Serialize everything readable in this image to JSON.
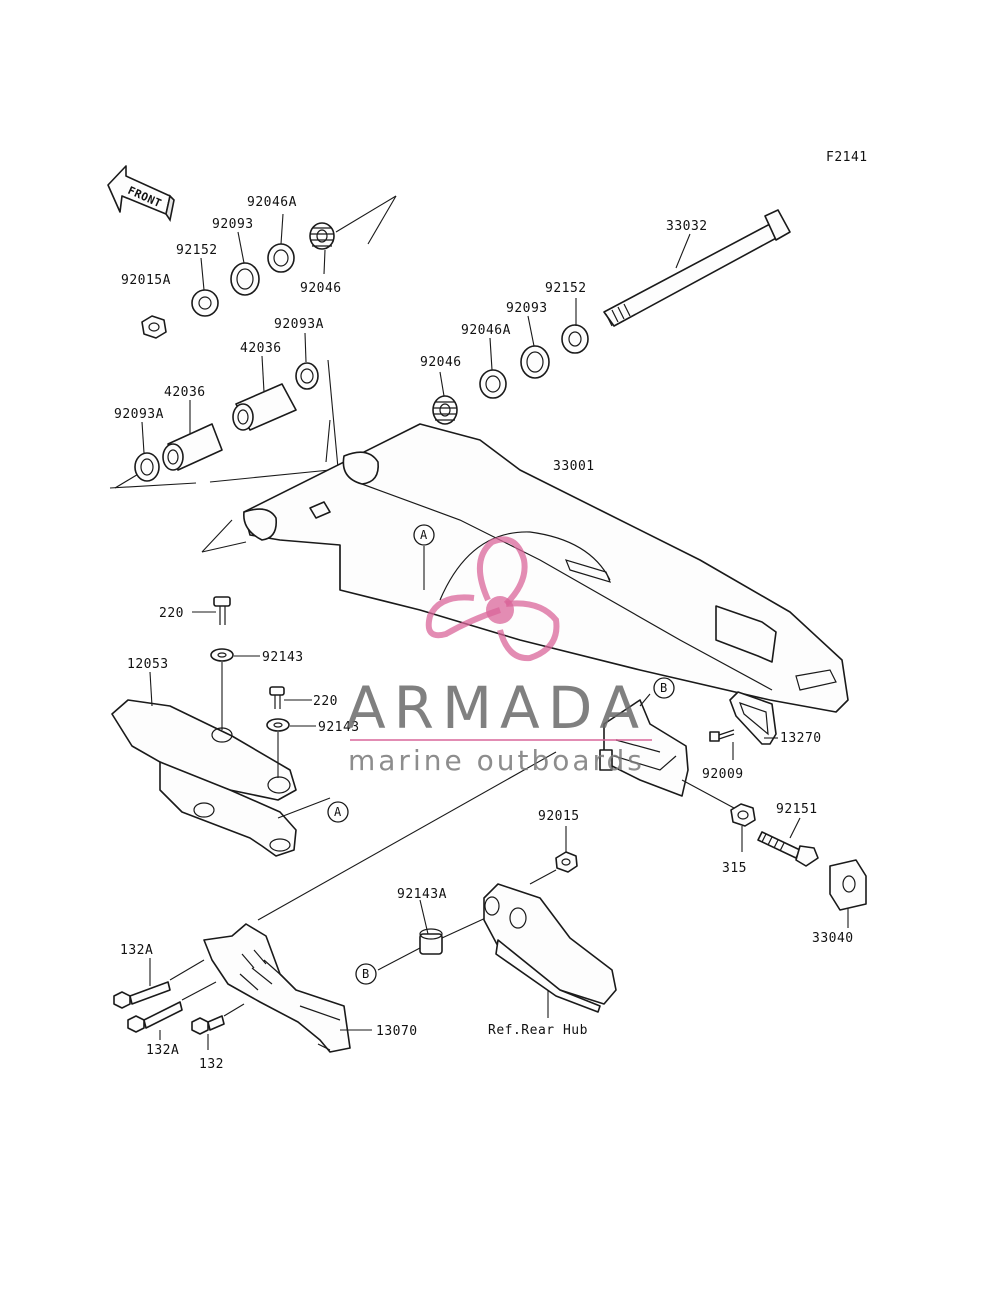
{
  "figure_code": "F2141",
  "front_marker": "FRONT",
  "watermark": {
    "brand": "ARMADA",
    "tagline": "marine outboards",
    "color": "#d9669a"
  },
  "ref_markers": {
    "a": "A",
    "b": "B"
  },
  "labels": {
    "p92046A_top": "92046A",
    "p92093_top": "92093",
    "p92152_top": "92152",
    "p92015A": "92015A",
    "p92046_top": "92046",
    "p92093A_top": "92093A",
    "p42036_upper": "42036",
    "p42036_lower": "42036",
    "p92093A_left": "92093A",
    "p33032": "33032",
    "p92152_right": "92152",
    "p92093_right": "92093",
    "p92046A_right": "92046A",
    "p92046_right": "92046",
    "p33001": "33001",
    "p220_a": "220",
    "p92143_a": "92143",
    "p12053": "12053",
    "p220_b": "220",
    "p92143_b": "92143",
    "p13270": "13270",
    "p92009": "92009",
    "p92151": "92151",
    "p315": "315",
    "p33040": "33040",
    "p92015": "92015",
    "p92143A": "92143A",
    "p132A_top": "132A",
    "p132A_bottom": "132A",
    "p132": "132",
    "p13070": "13070",
    "ref_rear_hub": "Ref.Rear Hub"
  }
}
